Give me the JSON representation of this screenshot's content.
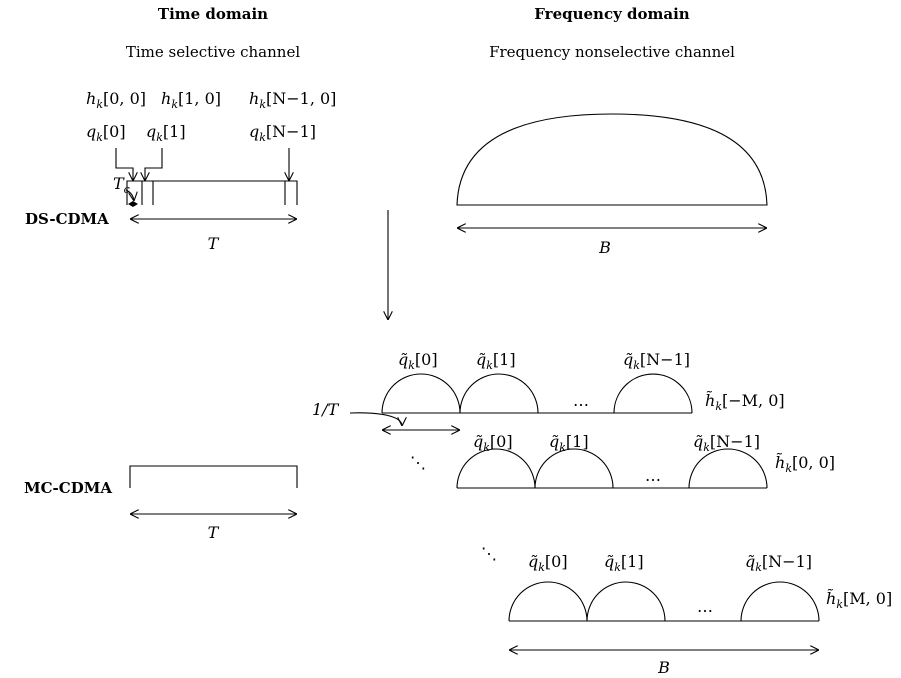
{
  "headers": {
    "time": "Time domain",
    "frequency": "Frequency domain"
  },
  "subheaders": {
    "time": "Time selective channel",
    "frequency": "Frequency nonselective channel"
  },
  "systems": {
    "ds": "DS-CDMA",
    "mc": "MC-CDMA"
  },
  "ds_labels": {
    "h0_base": "h",
    "h0_sub": "k",
    "h0_idx": "[0, 0]",
    "h1_base": "h",
    "h1_sub": "k",
    "h1_idx": "[1, 0]",
    "hN_base": "h",
    "hN_sub": "k",
    "hN_idx": "[N−1, 0]",
    "q0_base": "q",
    "q0_sub": "k",
    "q0_idx": "[0]",
    "q1_base": "q",
    "q1_sub": "k",
    "q1_idx": "[1]",
    "qN_base": "q",
    "qN_sub": "k",
    "qN_idx": "[N−1]",
    "tc_base": "T",
    "tc_sub": "c",
    "T": "T"
  },
  "freq_labels": {
    "B_top": "B",
    "B_bottom": "B",
    "inv_T": "1/T",
    "mc_T": "T"
  },
  "subcarrier_rows": [
    {
      "q0_base": "q̃",
      "q0_sub": "k",
      "q0_idx": "[0]",
      "q1_base": "q̃",
      "q1_sub": "k",
      "q1_idx": "[1]",
      "qN_base": "q̃",
      "qN_sub": "k",
      "qN_idx": "[N−1]",
      "ellipsis": "…",
      "h_base": "h̃",
      "h_sub": "k",
      "h_idx": "[−M, 0]"
    },
    {
      "q0_base": "q̃",
      "q0_sub": "k",
      "q0_idx": "[0]",
      "q1_base": "q̃",
      "q1_sub": "k",
      "q1_idx": "[1]",
      "qN_base": "q̃",
      "qN_sub": "k",
      "qN_idx": "[N−1]",
      "ellipsis": "…",
      "h_base": "h̃",
      "h_sub": "k",
      "h_idx": "[0, 0]"
    },
    {
      "q0_base": "q̃",
      "q0_sub": "k",
      "q0_idx": "[0]",
      "q1_base": "q̃",
      "q1_sub": "k",
      "q1_idx": "[1]",
      "qN_base": "q̃",
      "qN_sub": "k",
      "qN_idx": "[N−1]",
      "ellipsis": "…",
      "h_base": "h̃",
      "h_sub": "k",
      "h_idx": "[M, 0]"
    }
  ],
  "vertical_dots": [
    "⋱",
    "⋱"
  ]
}
